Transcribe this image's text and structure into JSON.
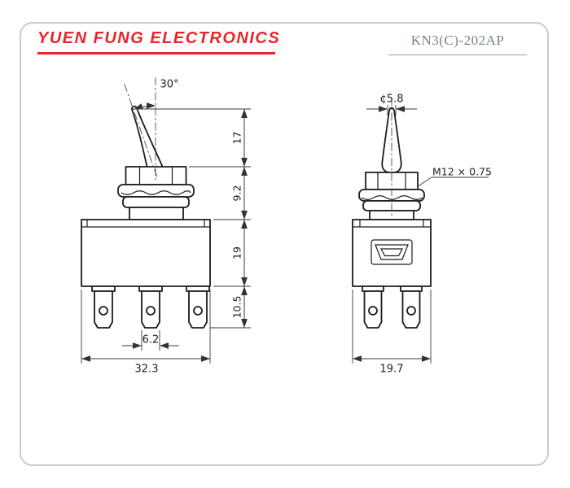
{
  "header": {
    "brand": "YUEN FUNG ELECTRONICS",
    "part_number": "KN3(C)-202AP"
  },
  "front_view": {
    "throw_angle": "30°",
    "lever_height": "17",
    "bushing_height": "9.2",
    "body_height": "19",
    "terminal_height": "10.5",
    "terminal_width": "6.2",
    "overall_width": "32.3"
  },
  "side_view": {
    "lever_diameter": "¢5.8",
    "thread_spec": "M12 × 0.75",
    "overall_width": "19.7"
  },
  "colors": {
    "brand_red": "#e8252b",
    "part_number_gray": "#74828f",
    "drawing_line": "#1c1c1c"
  }
}
